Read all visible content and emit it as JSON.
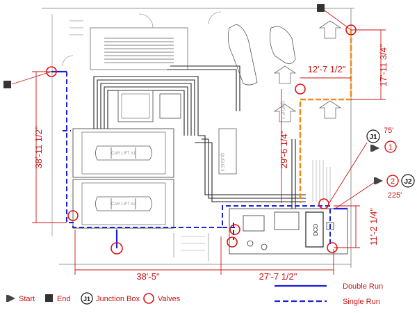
{
  "colors": {
    "run": "#1a1fd8",
    "orange_run": "#f08a1c",
    "dimension": "#cc1111",
    "valve": "#dd1111",
    "plan_line": "#444444",
    "legend_text": "#cc1111"
  },
  "dimensions": {
    "left_vertical": "38'-11 1/2\"",
    "bottom_left": "38'-5\"",
    "bottom_right": "27'-7 1/2\"",
    "top_horizontal": "12'-7 1/2\"",
    "top_right_vertical": "17'-11 3/4\"",
    "mid_vertical": "29'-6 1/4\"",
    "right_vertical": "11'-2 1/4\""
  },
  "junctions": {
    "j1": {
      "label": "J1",
      "distance": "75'",
      "marker_number": "1"
    },
    "j2": {
      "label": "J2",
      "distance": "225'",
      "marker_number": "2"
    }
  },
  "plan_labels": {
    "car_lift_1": "CAR LIFT #1",
    "car_lift_2": "CAR LIFT #2",
    "dcd": "DCD",
    "queue_1": "QUEUE 3",
    "queue_2": "QUEUE 2"
  },
  "legend": {
    "start": "Start",
    "end": "End",
    "junction_box": "Junction Box",
    "junction_icon": "J1",
    "valves": "Valves",
    "double_run": "Double Run",
    "single_run": "Single Run"
  }
}
